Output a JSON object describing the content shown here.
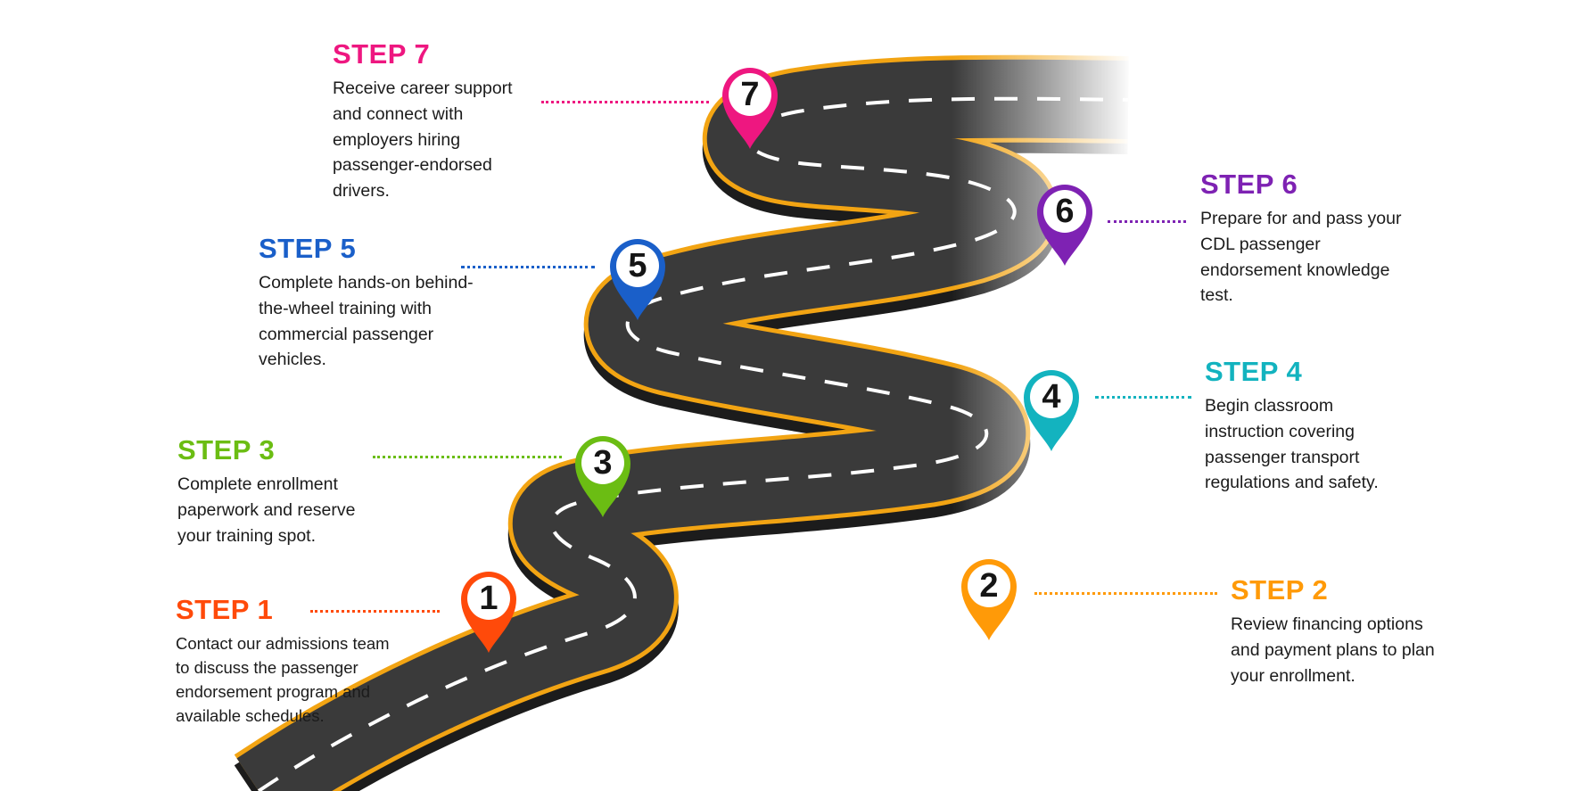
{
  "steps": [
    {
      "number": "1",
      "title": "STEP 1",
      "description": "Contact our admissions team to discuss the passenger endorsement program and available schedules.",
      "color": "#ff4a0a"
    },
    {
      "number": "2",
      "title": "STEP 2",
      "description": "Review financing options and payment plans to plan your enrollment.",
      "color": "#ff9a08"
    },
    {
      "number": "3",
      "title": "STEP 3",
      "description": "Complete enrollment paperwork and reserve your training spot.",
      "color": "#6bbd13"
    },
    {
      "number": "4",
      "title": "STEP 4",
      "description": "Begin classroom instruction covering passenger transport regulations and safety.",
      "color": "#13b3bf"
    },
    {
      "number": "5",
      "title": "STEP 5",
      "description": "Complete hands-on behind-the-wheel training with commercial passenger vehicles.",
      "color": "#1a5fc9"
    },
    {
      "number": "6",
      "title": "STEP 6",
      "description": "Prepare for and pass your CDL passenger endorsement knowledge test.",
      "color": "#7e22b3"
    },
    {
      "number": "7",
      "title": "STEP 7",
      "description": "Receive career support and connect with employers hiring passenger-endorsed drivers.",
      "color": "#ee1780"
    }
  ],
  "road": {
    "asphalt": "#3a3a3a",
    "edge_line": "#f2a413",
    "center_line": "#ffffff"
  }
}
